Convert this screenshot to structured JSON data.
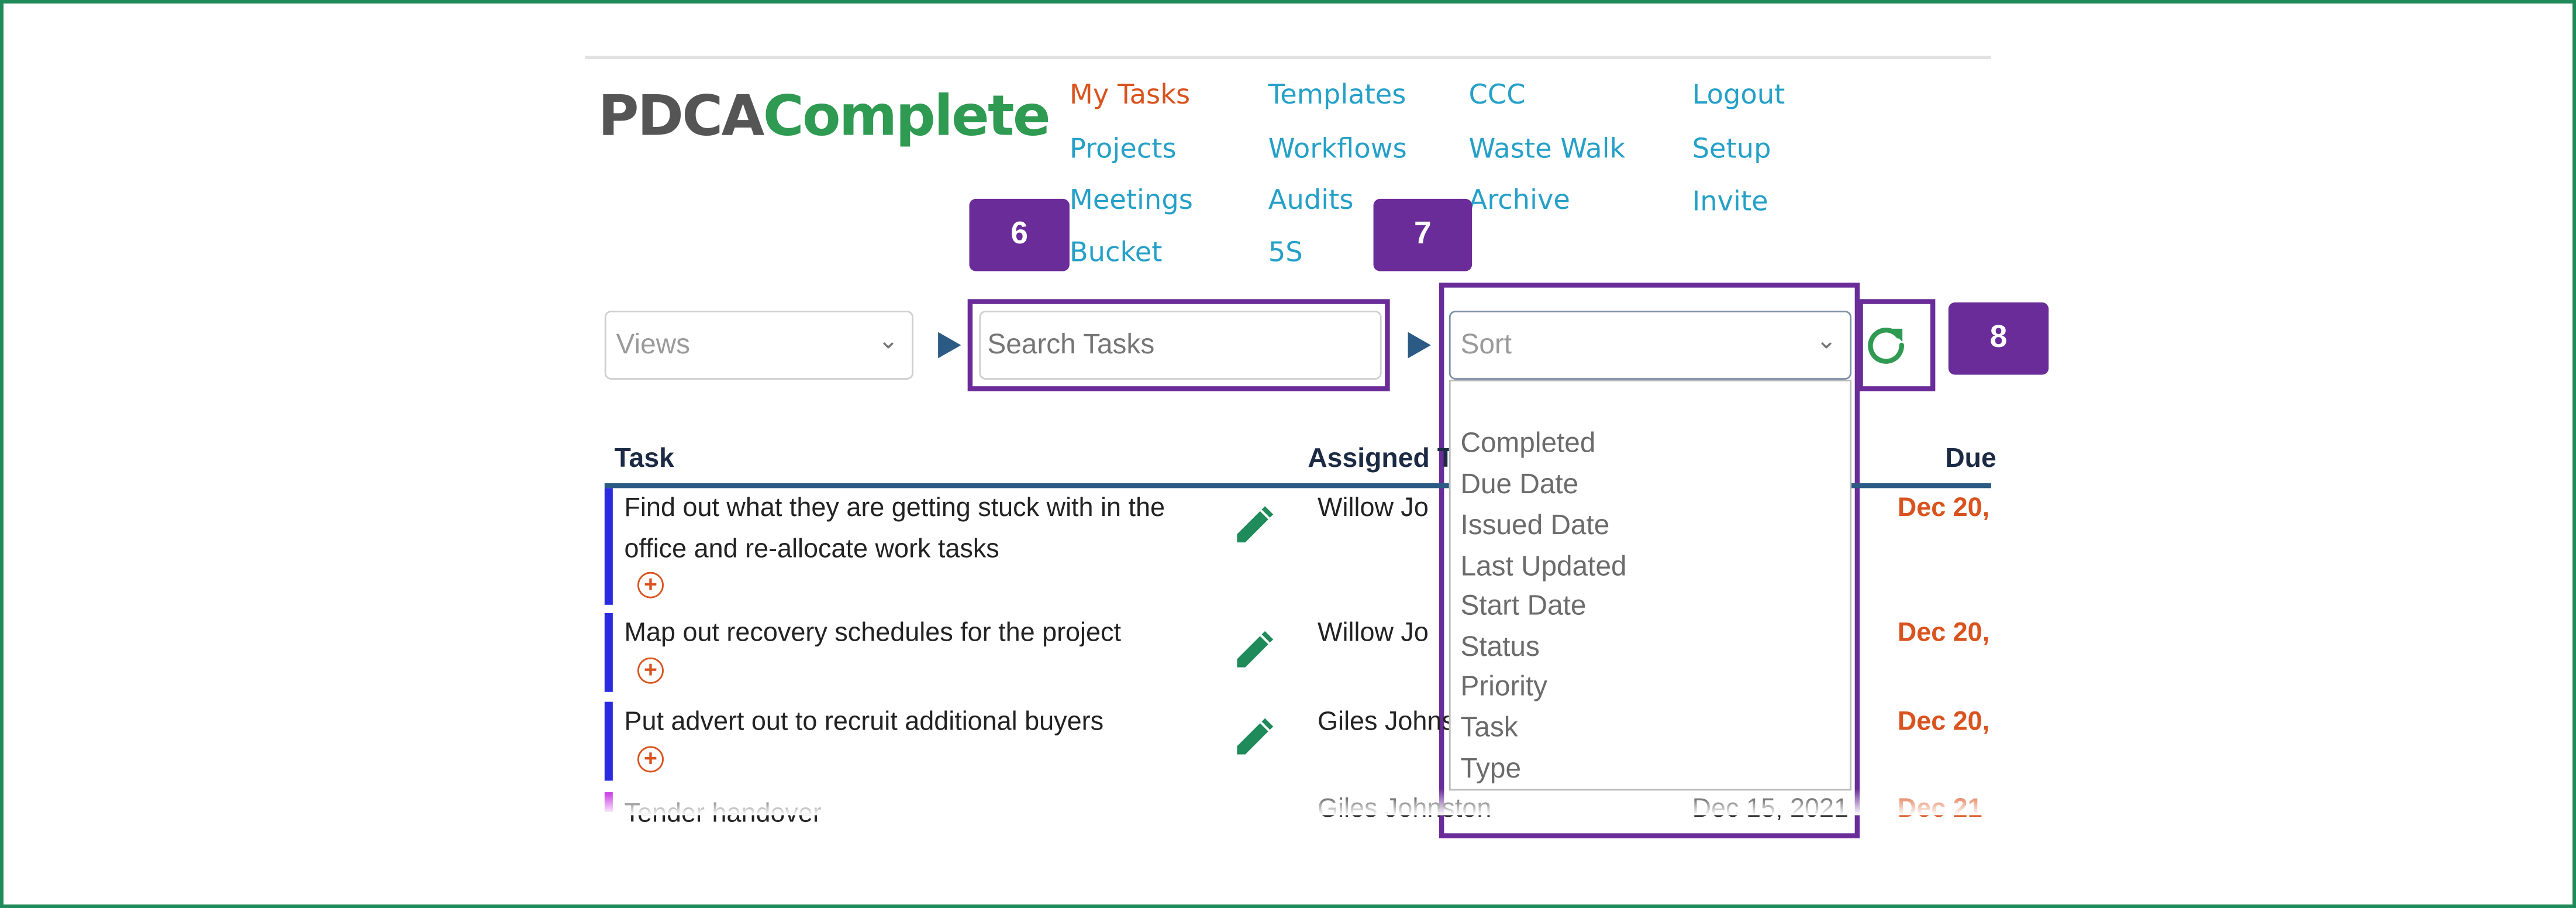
{
  "app": {
    "logo_dark": "PDCA",
    "logo_green": "Complete"
  },
  "nav": {
    "col1": [
      "My Tasks",
      "Projects",
      "Meetings",
      "Bucket"
    ],
    "col2": [
      "Templates",
      "Workflows",
      "Audits",
      "5S"
    ],
    "col3": [
      "CCC",
      "Waste Walk",
      "Archive"
    ],
    "col4": [
      "Logout",
      "Setup",
      "Invite"
    ],
    "active": "My Tasks"
  },
  "toolbar": {
    "views_placeholder": "Views",
    "search_placeholder": "Search Tasks",
    "sort_placeholder": "Sort"
  },
  "callouts": {
    "b6": "6",
    "b7": "7",
    "b8": "8"
  },
  "sort_options": [
    "Completed",
    "Due Date",
    "Issued Date",
    "Last Updated",
    "Start Date",
    "Status",
    "Priority",
    "Task",
    "Type"
  ],
  "table": {
    "headers": {
      "task": "Task",
      "assigned": "Assigned T",
      "due": "Due"
    },
    "rows": [
      {
        "task_line1": "Find out what they are getting stuck with in the",
        "task_line2": "office and re-allocate work tasks",
        "assigned": "Willow Jo",
        "due": "Dec 20,",
        "bar_color": "#2a2ae0"
      },
      {
        "task_line1": "Map out recovery schedules for the project",
        "assigned": "Willow Jo",
        "due": "Dec 20,",
        "bar_color": "#2a2ae0"
      },
      {
        "task_line1": "Put advert out to recruit additional buyers",
        "assigned": "Giles Johns",
        "due": "Dec 20,",
        "bar_color": "#2a2ae0"
      },
      {
        "task_line1": "Tender handover",
        "assigned": "Giles Johnston",
        "start": "Dec 15, 2021",
        "due": "Dec 21",
        "bar_color": "#c21ee0"
      }
    ]
  },
  "icons": {
    "refresh": "refresh-icon",
    "edit": "pencil-icon",
    "add": "plus-circle-icon",
    "chevron": "chevron-down-icon",
    "arrow": "play-arrow-icon"
  },
  "colors": {
    "callout_purple": "#6a2c98",
    "nav_link": "#25a0c8",
    "nav_active": "#d9531e",
    "logo_green": "#2f9a52",
    "frame_green": "#1f8a5a",
    "due_red": "#d9531e",
    "header_rule": "#2b5b84"
  }
}
